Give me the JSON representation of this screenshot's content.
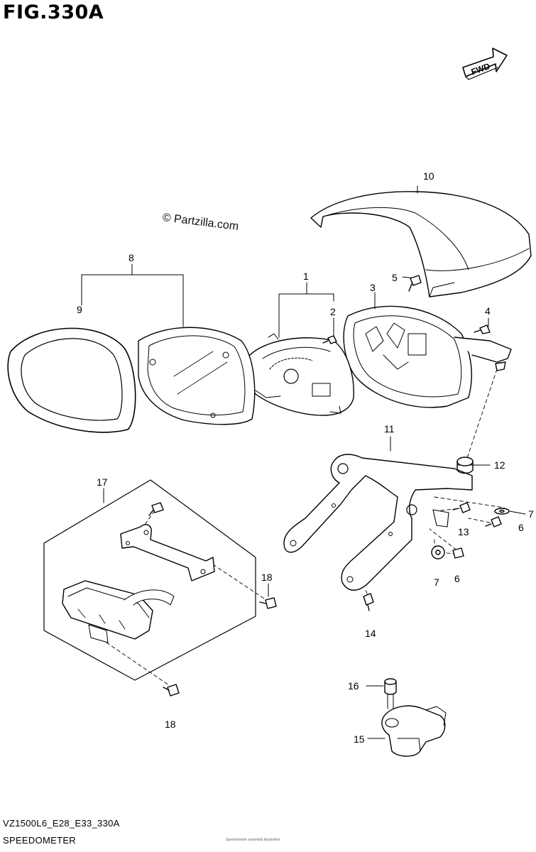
{
  "figure": {
    "title": "FIG.330A",
    "watermark": "© Partzilla.com",
    "model_code": "VZ1500L6_E28_E33_330A",
    "section_name": "SPEEDOMETER",
    "fine_print": "Speedometer assembly illustration"
  },
  "fwd_badge": {
    "label": "FWD"
  },
  "callouts": [
    {
      "id": "c1",
      "number": "1"
    },
    {
      "id": "c2",
      "number": "2"
    },
    {
      "id": "c3",
      "number": "3"
    },
    {
      "id": "c4",
      "number": "4"
    },
    {
      "id": "c5",
      "number": "5"
    },
    {
      "id": "c6a",
      "number": "6"
    },
    {
      "id": "c6b",
      "number": "6"
    },
    {
      "id": "c7a",
      "number": "7"
    },
    {
      "id": "c7b",
      "number": "7"
    },
    {
      "id": "c8",
      "number": "8"
    },
    {
      "id": "c9",
      "number": "9"
    },
    {
      "id": "c10",
      "number": "10"
    },
    {
      "id": "c11",
      "number": "11"
    },
    {
      "id": "c12",
      "number": "12"
    },
    {
      "id": "c13",
      "number": "13"
    },
    {
      "id": "c14",
      "number": "14"
    },
    {
      "id": "c15",
      "number": "15"
    },
    {
      "id": "c16",
      "number": "16"
    },
    {
      "id": "c17",
      "number": "17"
    },
    {
      "id": "c18a",
      "number": "18"
    },
    {
      "id": "c18b",
      "number": "18"
    }
  ]
}
